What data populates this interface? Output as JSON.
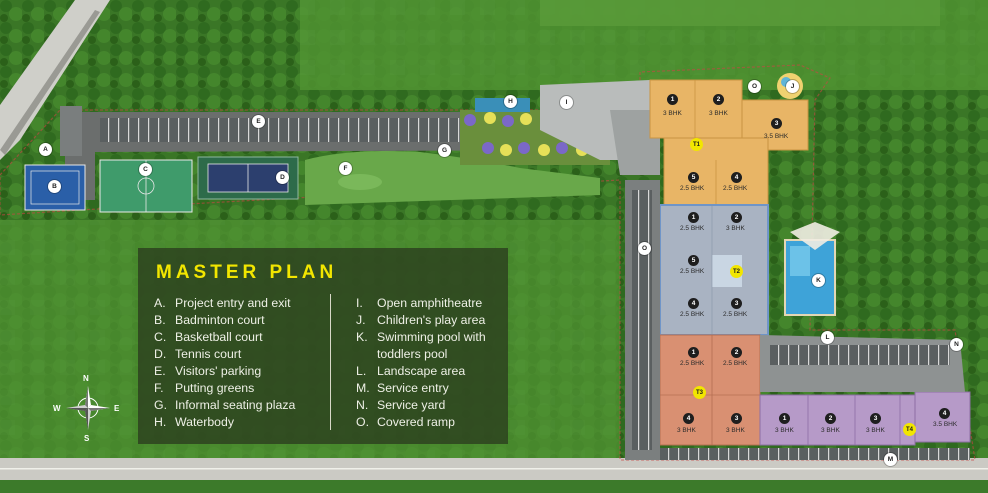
{
  "legend": {
    "title": "MASTER PLAN",
    "left_items": [
      {
        "key": "A.",
        "label": "Project entry and exit"
      },
      {
        "key": "B.",
        "label": "Badminton court"
      },
      {
        "key": "C.",
        "label": "Basketball court"
      },
      {
        "key": "D.",
        "label": "Tennis court"
      },
      {
        "key": "E.",
        "label": "Visitors' parking"
      },
      {
        "key": "F.",
        "label": "Putting greens"
      },
      {
        "key": "G.",
        "label": "Informal seating plaza"
      },
      {
        "key": "H.",
        "label": "Waterbody"
      }
    ],
    "right_items": [
      {
        "key": "I.",
        "label": "Open amphitheatre"
      },
      {
        "key": "J.",
        "label": "Children's play area"
      },
      {
        "key": "K.",
        "label": "Swimming pool with toddlers pool"
      },
      {
        "key": "L.",
        "label": "Landscape area"
      },
      {
        "key": "M.",
        "label": "Service entry"
      },
      {
        "key": "N.",
        "label": "Service yard"
      },
      {
        "key": "O.",
        "label": "Covered ramp"
      }
    ]
  },
  "compass": {
    "n": "N",
    "s": "S",
    "e": "E",
    "w": "W"
  },
  "map_markers": [
    "A",
    "B",
    "C",
    "D",
    "E",
    "F",
    "G",
    "H",
    "I",
    "J",
    "K",
    "L",
    "M",
    "N",
    "O"
  ],
  "towers": [
    {
      "label": "T1",
      "color": "#e8b566",
      "units": [
        {
          "num": "1",
          "type": "3 BHK"
        },
        {
          "num": "2",
          "type": "3 BHK"
        },
        {
          "num": "3",
          "type": "3.5 BHK"
        },
        {
          "num": "5",
          "type": "2.5 BHK"
        },
        {
          "num": "4",
          "type": "2.5 BHK"
        }
      ]
    },
    {
      "label": "T2",
      "color": "#a9b3c2",
      "units": [
        {
          "num": "1",
          "type": "2.5 BHK"
        },
        {
          "num": "2",
          "type": "3 BHK"
        },
        {
          "num": "5",
          "type": "2.5 BHK"
        },
        {
          "num": "4",
          "type": "2.5 BHK"
        },
        {
          "num": "3",
          "type": "2.5 BHK"
        }
      ]
    },
    {
      "label": "T3",
      "color": "#d99072",
      "units": [
        {
          "num": "1",
          "type": "2.5 BHK"
        },
        {
          "num": "2",
          "type": "2.5 BHK"
        },
        {
          "num": "4",
          "type": "3 BHK"
        },
        {
          "num": "3",
          "type": "3 BHK"
        }
      ]
    },
    {
      "label": "T4",
      "color": "#b69ac8",
      "units": [
        {
          "num": "1",
          "type": "3 BHK"
        },
        {
          "num": "2",
          "type": "3 BHK"
        },
        {
          "num": "3",
          "type": "3 BHK"
        },
        {
          "num": "4",
          "type": "3.5 BHK"
        }
      ]
    }
  ],
  "colors": {
    "title": "#f2e600",
    "lawn": "#4d8a2e",
    "road": "#c9c9c4"
  }
}
